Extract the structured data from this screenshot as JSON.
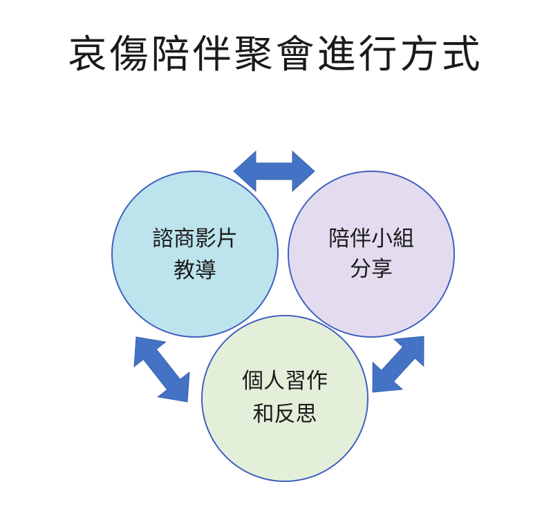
{
  "title": "哀傷陪伴聚會進行方式",
  "colors": {
    "arrow": "#4472c4",
    "arrow_stroke": "#3a64ad",
    "circle_stroke": "#3f5fbf",
    "circle_left": "#bde3ec",
    "circle_right": "#e3dcef",
    "circle_bottom": "#e3efd9"
  },
  "nodes": [
    {
      "id": "consult",
      "lines": [
        "諮商影片",
        "教導"
      ]
    },
    {
      "id": "group",
      "lines": [
        "陪伴小組",
        "分享"
      ]
    },
    {
      "id": "reflect",
      "lines": [
        "個人習作",
        "和反思"
      ]
    }
  ],
  "connections": [
    {
      "from": "consult",
      "to": "group",
      "direction": "bidirectional"
    },
    {
      "from": "consult",
      "to": "reflect",
      "direction": "bidirectional"
    },
    {
      "from": "group",
      "to": "reflect",
      "direction": "bidirectional"
    }
  ]
}
